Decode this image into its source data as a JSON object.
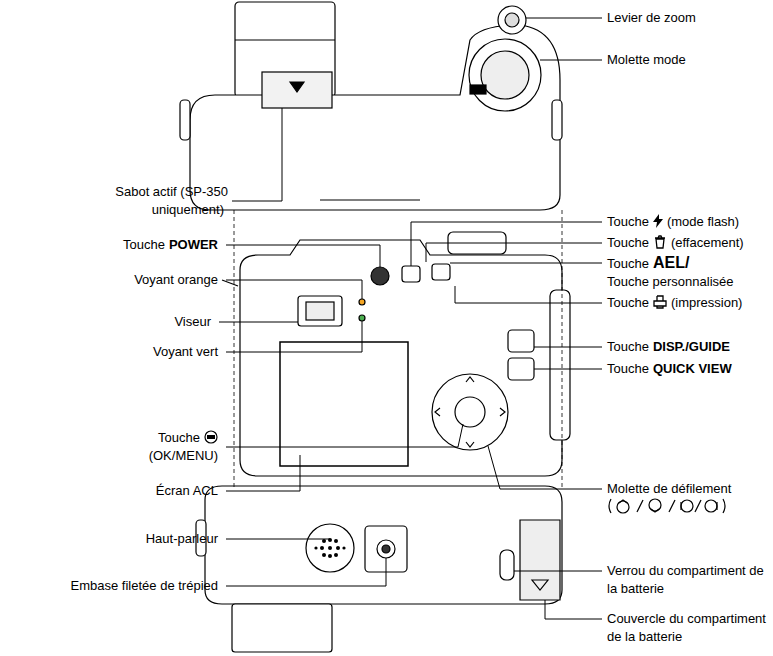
{
  "diagram": {
    "labels": [
      "Levier de zoom",
      "Molette mode",
      "Sabot actif (SP-350 uniquement)",
      "Touche",
      "POWER",
      "Voyant orange",
      "Viseur",
      "Voyant vert",
      "Touche",
      "(OK/MENU)",
      "Écran ACL",
      "Haut-parleur",
      "Embase filetée de trépied",
      "Touche",
      "(mode flash)",
      "Touche",
      "(effacement)",
      "Touche",
      "AEL/",
      "Touche personnalisée",
      "Touche",
      "(impression)",
      "Touche",
      "DISP./GUIDE",
      "Touche",
      "QUICK VIEW",
      "Molette de défilement",
      "Verrou du compartiment de la batterie",
      "Couvercle du compartiment de la batterie"
    ]
  }
}
